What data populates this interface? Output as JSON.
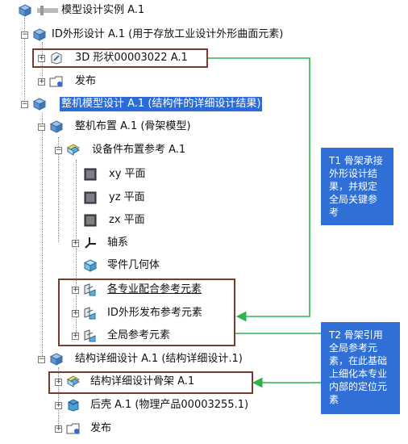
{
  "tree": {
    "root": "模型设计实例 A.1",
    "id_design": "ID外形设计 A.1 (用于存放工业设计外形曲面元素)",
    "shape_3d": "3D 形状00003022 A.1",
    "publish_1": "发布",
    "assembly": "整机模型设计 A.1 (结构件的详细设计结果)",
    "layout": "整机布置 A.1 (骨架模型)",
    "equip_ref": "设备件布置参考 A.1",
    "xy": "xy 平面",
    "yz": "yz 平面",
    "zx": "zx 平面",
    "axis": "轴系",
    "part_geo": "零件几何体",
    "prof_ref": "各专业配合参考元素",
    "id_pub_ref": "ID外形发布参考元素",
    "global_ref": "全局参考元素",
    "struct_design": "结构详细设计 A.1 (结构详细设计.1)",
    "struct_skel": "结构详细设计骨架 A.1",
    "rear_shell": "后壳 A.1 (物理产品00003255.1)",
    "publish_2": "发布"
  },
  "notes": {
    "t1": "T1 骨架承接外形设计结果，并规定全局关键参考",
    "t2": "T2 骨架引用全局参考元素，在此基础上细化本专业内部的定位元素"
  },
  "colors": {
    "selection": "#2b6cd9",
    "note_bg": "#2f6fd6",
    "frame": "#7b3b2a",
    "arrow": "#2fb24a"
  }
}
